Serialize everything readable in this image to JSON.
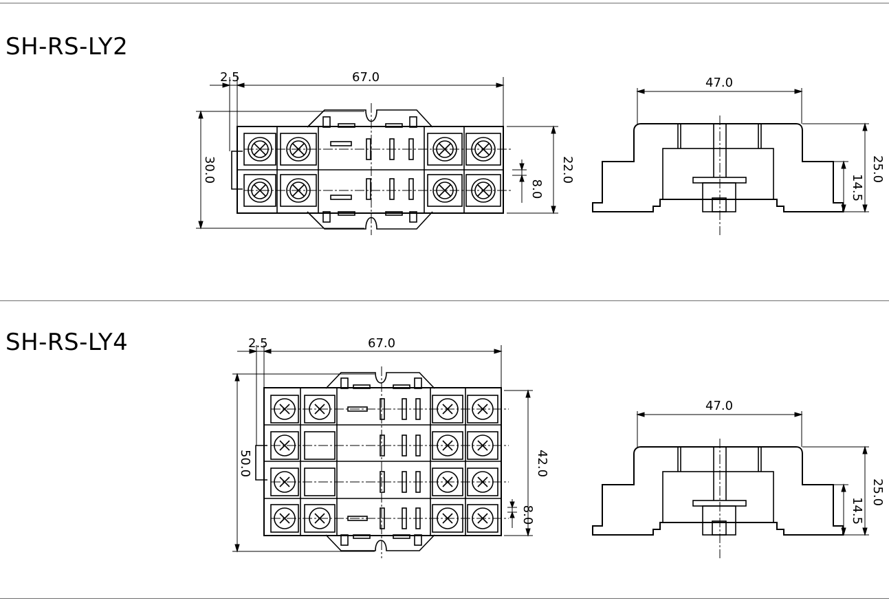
{
  "sections": [
    {
      "title": "SH-RS-LY2",
      "top_view": {
        "terminal_rows": 2,
        "dims": {
          "pitch_label": "2.5",
          "length_label": "67.0",
          "height_label": "30.0",
          "body_label": "22.0",
          "row_pitch_label": "8.0"
        }
      },
      "side_view": {
        "dims": {
          "width_label": "47.0",
          "height_label": "25.0",
          "inner_label": "14.5"
        }
      }
    },
    {
      "title": "SH-RS-LY4",
      "top_view": {
        "terminal_rows": 4,
        "dims": {
          "pitch_label": "2.5",
          "length_label": "67.0",
          "height_label": "50.0",
          "body_label": "42.0",
          "row_pitch_label": "8.0"
        }
      },
      "side_view": {
        "dims": {
          "width_label": "47.0",
          "height_label": "25.0",
          "inner_label": "14.5"
        }
      }
    }
  ]
}
